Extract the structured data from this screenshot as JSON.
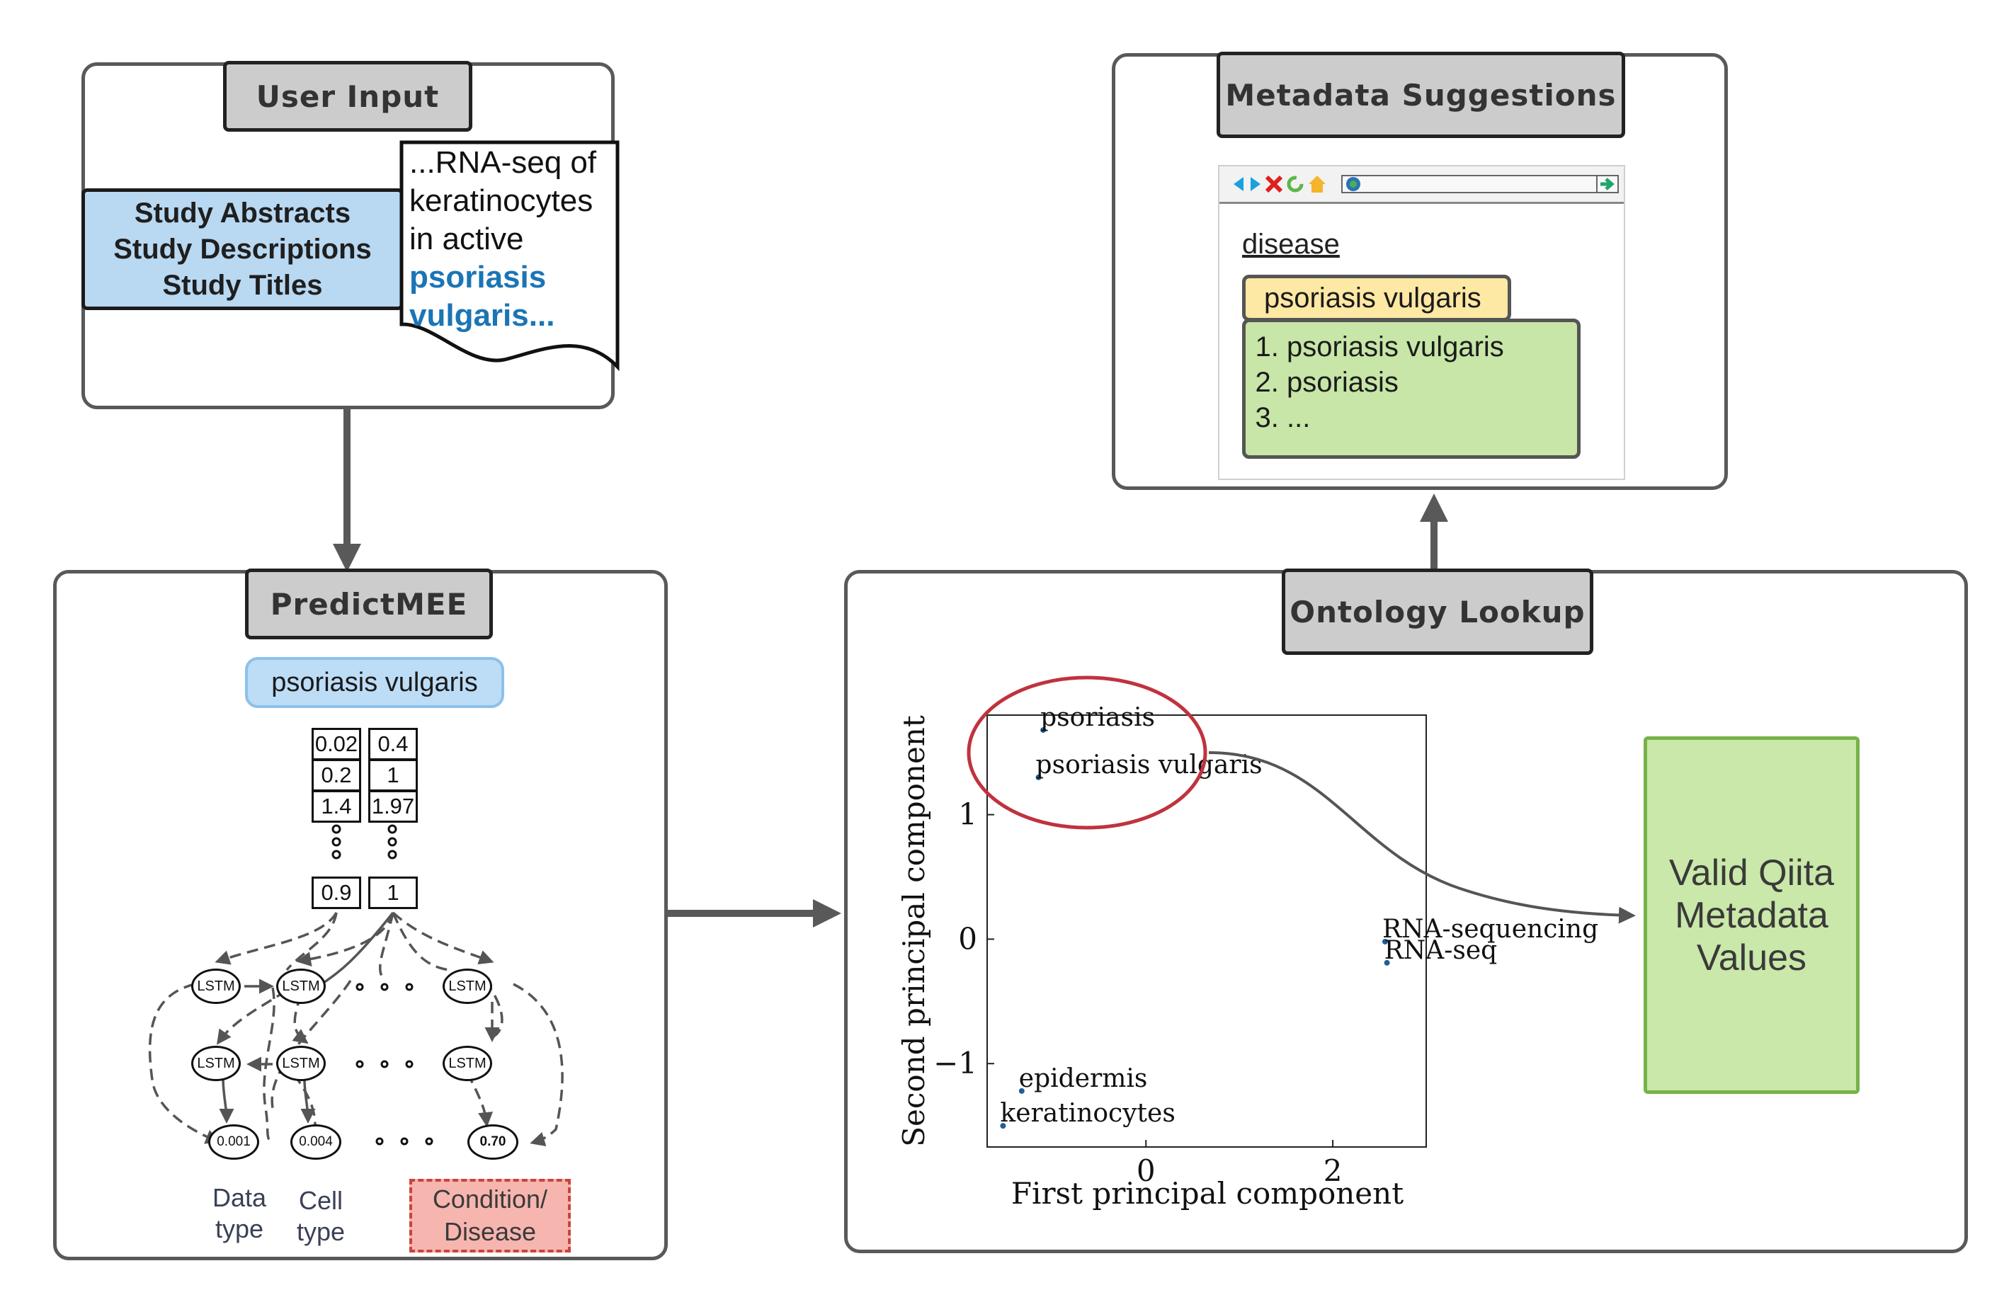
{
  "panels": {
    "user_input": {
      "title": "User Input",
      "sources": [
        "Study Abstracts",
        "Study Descriptions",
        "Study Titles"
      ],
      "document_text": "...RNA-seq of keratinocytes in active",
      "document_highlight": "psoriasis vulgaris..."
    },
    "predictmee": {
      "title": "PredictMEE",
      "input_term": "psoriasis vulgaris",
      "vector_rows": [
        [
          "0.02",
          "0.4"
        ],
        [
          "0.2",
          "1"
        ],
        [
          "1.4",
          "1.97"
        ]
      ],
      "vector_last": [
        "0.9",
        "1"
      ],
      "lstm_label": "LSTM",
      "outputs": [
        "0.001",
        "0.004",
        "0.70"
      ],
      "output_labels": {
        "data_type": [
          "Data",
          "type"
        ],
        "cell_type": [
          "Cell",
          "type"
        ],
        "condition": [
          "Condition/",
          "Disease"
        ]
      }
    },
    "ontology_lookup": {
      "title": "Ontology Lookup",
      "target_box": [
        "Valid Qiita",
        "Metadata",
        "Values"
      ]
    },
    "metadata_suggestions": {
      "title": "Metadata Suggestions",
      "field_name": "disease",
      "selected_value": "psoriasis vulgaris",
      "suggestions": [
        "psoriasis vulgaris",
        "psoriasis",
        "..."
      ]
    }
  },
  "chart_data": {
    "type": "scatter",
    "xlabel": "First principal component",
    "ylabel": "Second principal component",
    "xlim": [
      -1.7,
      3.0
    ],
    "ylim": [
      -1.67,
      1.8
    ],
    "xticks": [
      0,
      2
    ],
    "yticks": [
      -1,
      0,
      1
    ],
    "points": [
      {
        "label": "psoriasis",
        "x": -1.1,
        "y": 1.68
      },
      {
        "label": "psoriasis vulgaris",
        "x": -1.15,
        "y": 1.3
      },
      {
        "label": "RNA-sequencing",
        "x": 2.56,
        "y": -0.02
      },
      {
        "label": "RNA-seq",
        "x": 2.58,
        "y": -0.19
      },
      {
        "label": "epidermis",
        "x": -1.33,
        "y": -1.22
      },
      {
        "label": "keratinocytes",
        "x": -1.53,
        "y": -1.5
      }
    ],
    "highlight": [
      "psoriasis",
      "psoriasis vulgaris"
    ],
    "colors": {
      "point": "#1f5f9a",
      "highlight_circle": "#c0323f"
    },
    "grid": false
  }
}
